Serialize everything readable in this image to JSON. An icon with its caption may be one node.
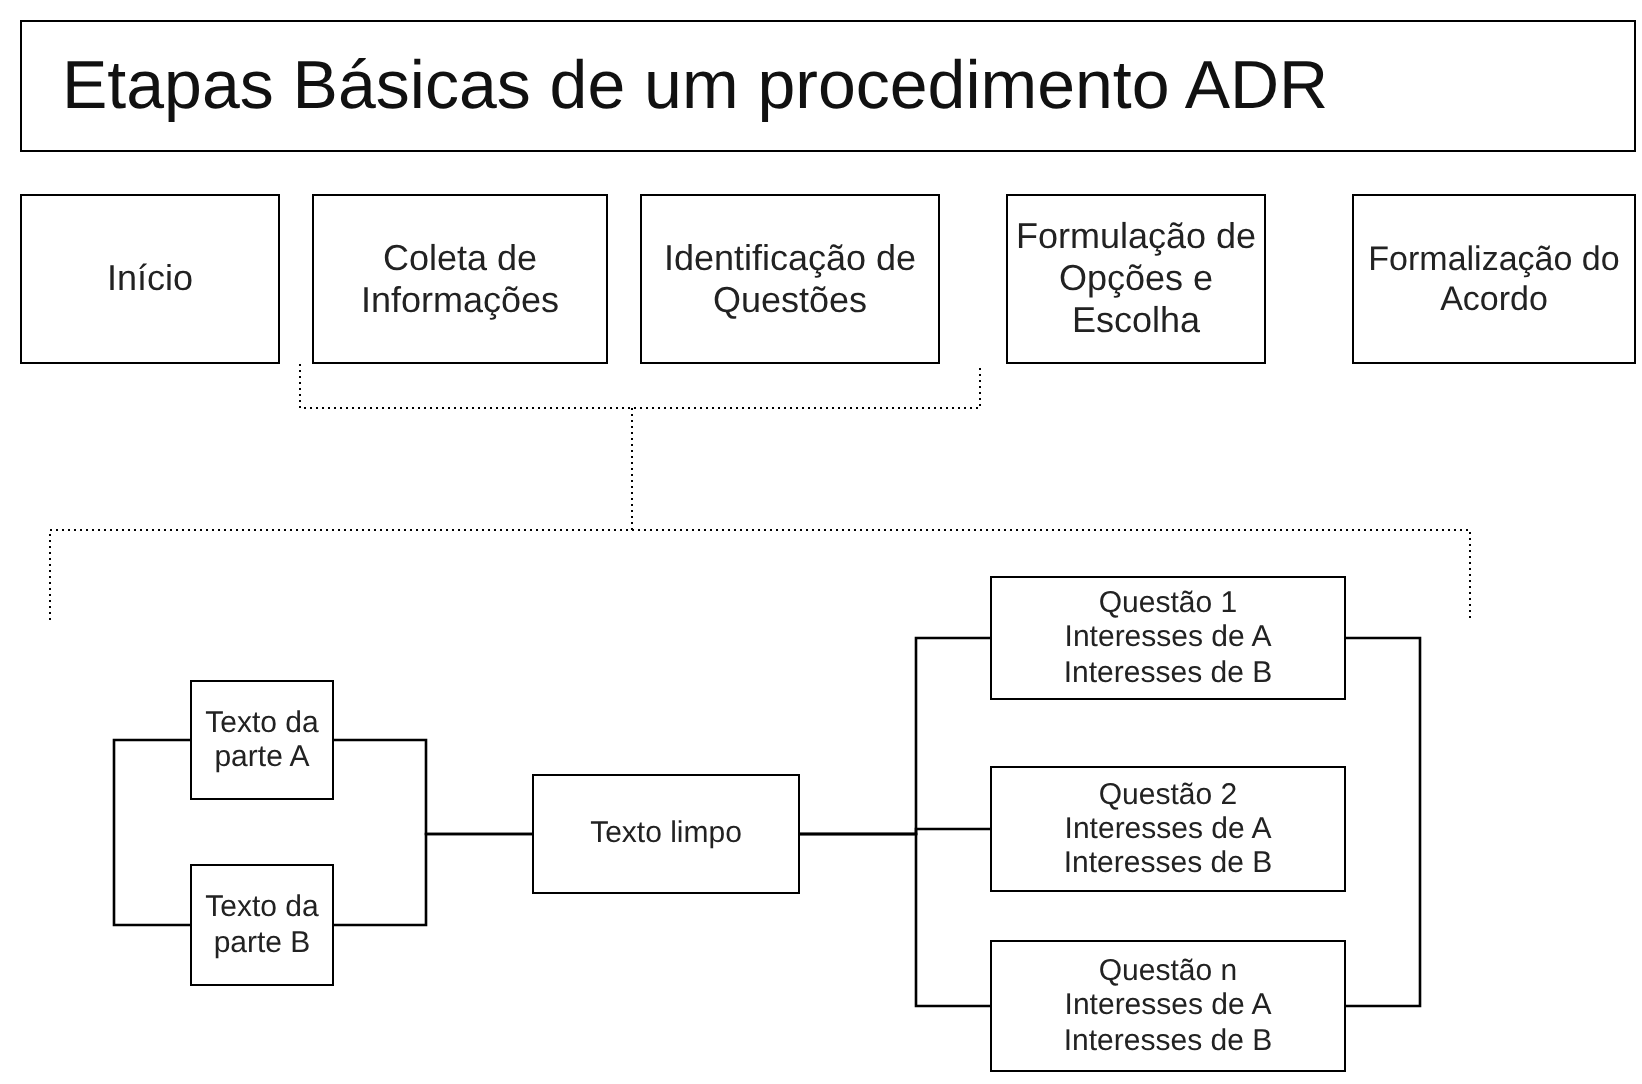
{
  "diagram": {
    "title": "Etapas Básicas de um procedimento ADR",
    "nodes": [
      {
        "text": [
          "Início"
        ]
      },
      {
        "text": [
          "Coleta de Informações"
        ]
      },
      {
        "text": [
          "Identificação de Questões"
        ]
      },
      {
        "text": [
          "Formulação de Opções e Escolha"
        ]
      },
      {
        "text": [
          "Formalização do Acordo"
        ]
      },
      {
        "text": [
          "Texto da parte A"
        ]
      },
      {
        "text": [
          "Texto da parte B"
        ]
      },
      {
        "text": [
          "Texto limpo"
        ]
      },
      {
        "text": [
          "Questão 1 Interesses de A Interesses de B"
        ]
      },
      {
        "text": [
          "Questão 2 Interesses de A Interesses de B"
        ]
      },
      {
        "text": [
          "Questão n Interesses de A Interesses de B"
        ]
      }
    ],
    "edges": [
      {
        "from": 5,
        "to": 6,
        "arrow": "none"
      },
      {
        "from": 5,
        "to": 7,
        "arrow": "none"
      },
      {
        "from": 6,
        "to": 7,
        "arrow": "none"
      },
      {
        "from": 7,
        "to": 8,
        "arrow": "none"
      },
      {
        "from": 7,
        "to": 9,
        "arrow": "none"
      },
      {
        "from": 7,
        "to": 10,
        "arrow": "none"
      },
      {
        "from": 8,
        "to": 10,
        "arrow": "none"
      }
    ]
  }
}
